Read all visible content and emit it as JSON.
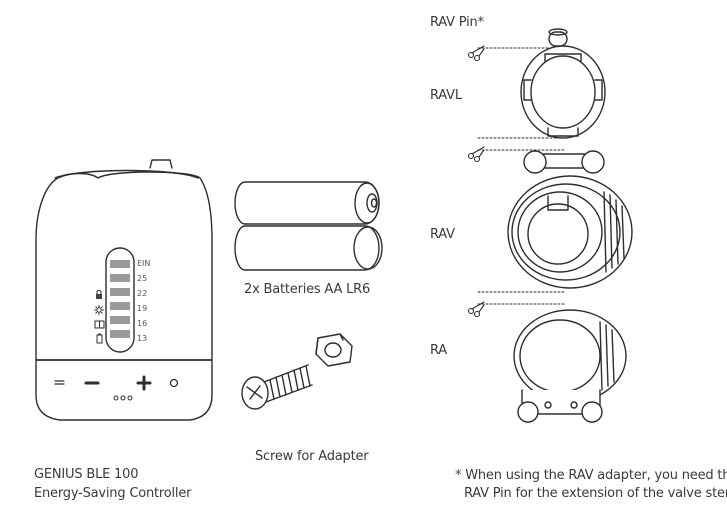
{
  "device": {
    "name": "GENIUS BLE 100",
    "subtitle": "Energy-Saving Controller",
    "scale_labels": [
      "EIN",
      "25",
      "22",
      "19",
      "16",
      "13"
    ],
    "buttons": {
      "menu_icon": "menu-icon",
      "minus_icon": "minus-icon",
      "plus_icon": "plus-icon",
      "circle_icon": "circle-icon"
    },
    "side_icons": [
      "lock-icon",
      "sun-icon",
      "window-icon",
      "battery-icon"
    ]
  },
  "batteries": {
    "caption": "2x Batteries AA LR6"
  },
  "screw": {
    "caption": "Screw for Adapter"
  },
  "adapters": {
    "rav_pin_label": "RAV Pin*",
    "ravl_label": "RAVL",
    "rav_label": "RAV",
    "ra_label": "RA"
  },
  "footnote": {
    "line1": "* When using the RAV adapter, you need the",
    "line2": "RAV Pin for the extension of the valve stem."
  }
}
